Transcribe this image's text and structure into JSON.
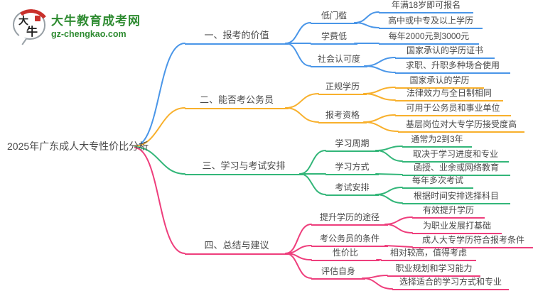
{
  "logo": {
    "badge_char_1": "大",
    "badge_char_2": "牛",
    "site_name": "大牛教育成考网",
    "site_url": "gz-chengkao.com"
  },
  "central_topic": "2025年广东成人大专性价比分析",
  "colors": {
    "blue": "#4A96E8",
    "orange": "#F8B02C",
    "green": "#33B679",
    "pink": "#EE3E7C",
    "text": "#4A4A4A",
    "logo_green": "#2E8B31",
    "logo_red": "#C9302B"
  },
  "branches": [
    {
      "label": "一、报考的价值",
      "children": [
        {
          "label": "低门槛",
          "leaves": [
            "年满18岁即可报名",
            "高中或中专及以上学历"
          ]
        },
        {
          "label": "学费低",
          "leaves": [
            "每年2000元到3000元"
          ]
        },
        {
          "label": "社会认可度",
          "leaves": [
            "国家承认的学历证书",
            "求职、升职多种场合使用"
          ]
        }
      ]
    },
    {
      "label": "二、能否考公务员",
      "children": [
        {
          "label": "正规学历",
          "leaves": [
            "国家承认的学历",
            "法律效力与全日制相同"
          ]
        },
        {
          "label": "报考资格",
          "leaves": [
            "可用于公务员和事业单位",
            "基层岗位对大专学历接受度高"
          ]
        }
      ]
    },
    {
      "label": "三、学习与考试安排",
      "children": [
        {
          "label": "学习周期",
          "leaves": [
            "通常为2到3年",
            "取决于学习进度和专业"
          ]
        },
        {
          "label": "学习方式",
          "leaves": [
            "函授、业余或网络教育"
          ]
        },
        {
          "label": "考试安排",
          "leaves": [
            "每年多次考试",
            "根据时间安排选择科目"
          ]
        }
      ]
    },
    {
      "label": "四、总结与建议",
      "children": [
        {
          "label": "提升学历的途径",
          "leaves": [
            "有效提升学历",
            "为职业发展打基础"
          ]
        },
        {
          "label": "考公务员的条件",
          "leaves": [
            "成人大专学历符合报考条件"
          ]
        },
        {
          "label": "性价比",
          "leaves": [
            "相对较高，值得考虑"
          ]
        },
        {
          "label": "评估自身",
          "leaves": [
            "职业规划和学习能力",
            "选择适合的学习方式和专业"
          ]
        }
      ]
    }
  ]
}
